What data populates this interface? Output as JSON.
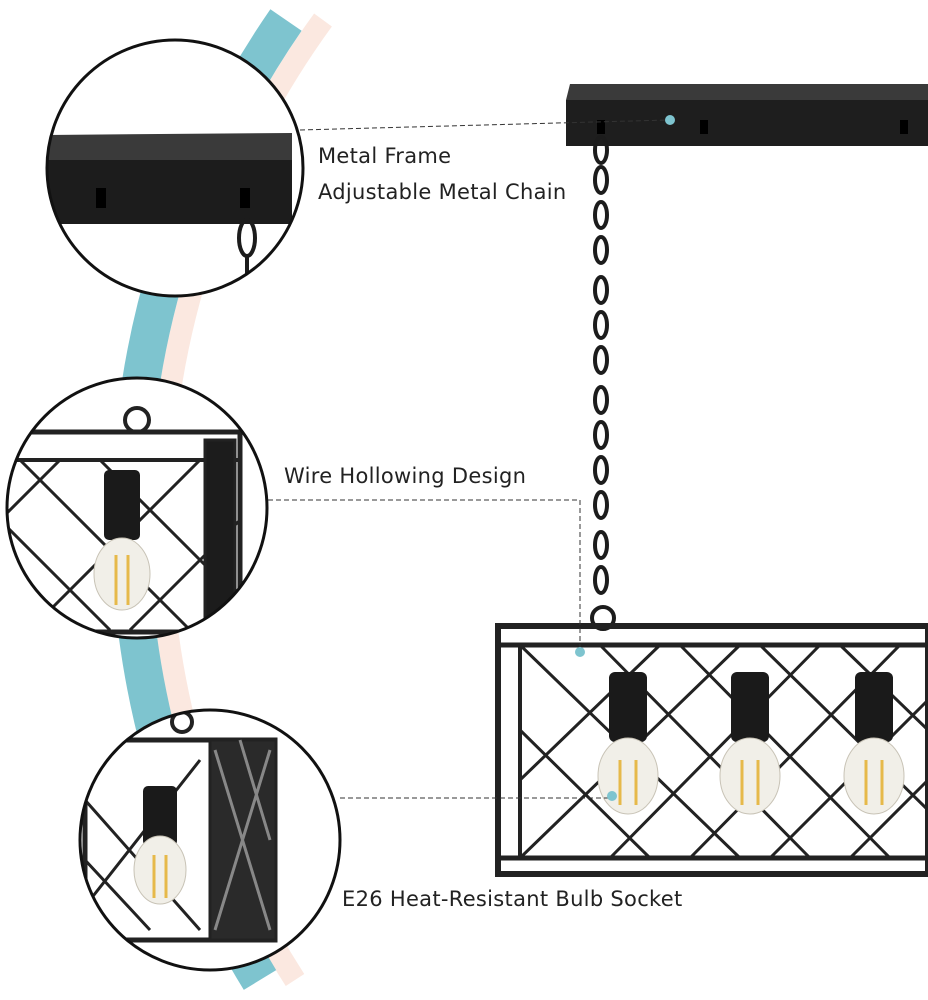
{
  "labels": {
    "metal_frame": "Metal Frame",
    "chain": "Adjustable Metal Chain",
    "wire": "Wire Hollowing Design",
    "socket": "E26 Heat-Resistant Bulb Socket"
  },
  "colors": {
    "arc_blue": "#7ec4cf",
    "arc_peach": "#fbe8e0",
    "metal": "#2a2a2a",
    "marker": "#7ec4cf"
  }
}
